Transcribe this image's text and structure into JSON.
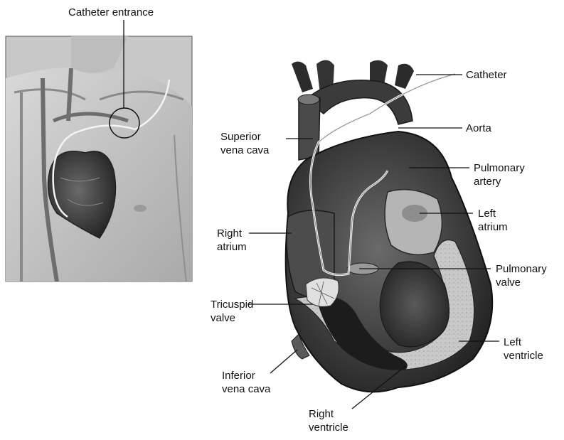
{
  "inset": {
    "catheter_entrance": "Catheter entrance"
  },
  "labels": {
    "catheter": "Catheter",
    "aorta": "Aorta",
    "superior_vena_cava": [
      "Superior",
      "vena cava"
    ],
    "pulmonary_artery": [
      "Pulmonary",
      "artery"
    ],
    "left_atrium": [
      "Left",
      "atrium"
    ],
    "right_atrium": [
      "Right",
      "atrium"
    ],
    "pulmonary_valve": [
      "Pulmonary",
      "valve"
    ],
    "tricuspid_valve": [
      "Tricuspid",
      "valve"
    ],
    "left_ventricle": [
      "Left",
      "ventricle"
    ],
    "inferior_vena_cava": [
      "Inferior",
      "vena cava"
    ],
    "right_ventricle": [
      "Right",
      "ventricle"
    ]
  }
}
